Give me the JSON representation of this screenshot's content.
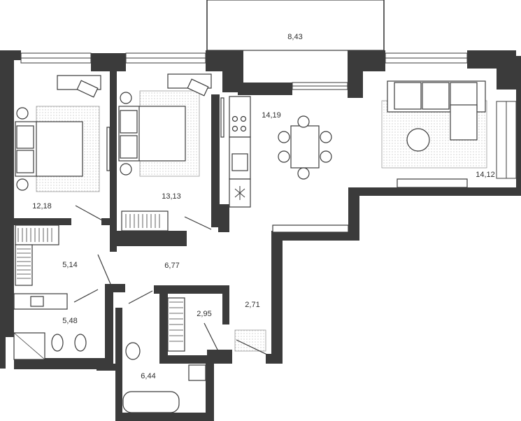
{
  "rooms": [
    {
      "key": "balcony",
      "area": "8,43"
    },
    {
      "key": "kitchen",
      "area": "14,19"
    },
    {
      "key": "living",
      "area": "14,12"
    },
    {
      "key": "bedroom1",
      "area": "12,18"
    },
    {
      "key": "bedroom2",
      "area": "13,13"
    },
    {
      "key": "wardrobe",
      "area": "5,14"
    },
    {
      "key": "hall",
      "area": "6,77"
    },
    {
      "key": "bathroom1",
      "area": "5,48"
    },
    {
      "key": "storage",
      "area": "2,95"
    },
    {
      "key": "corridor",
      "area": "2,71"
    },
    {
      "key": "bathroom2",
      "area": "6,44"
    }
  ],
  "colors": {
    "wall": "#3b3b3b",
    "furniture_line": "#3b3b3b",
    "rug_dots": "#b5b5b5"
  }
}
